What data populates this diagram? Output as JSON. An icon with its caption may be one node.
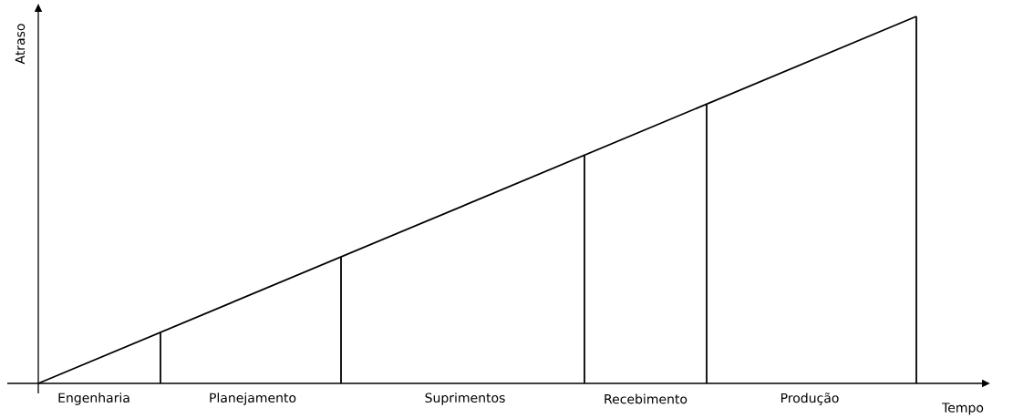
{
  "diagram": {
    "labels": [
      "Atraso",
      "Engenharia",
      "Planejamento",
      "Suprimentos",
      "Recebimento",
      "Produção",
      "Tempo"
    ]
  }
}
